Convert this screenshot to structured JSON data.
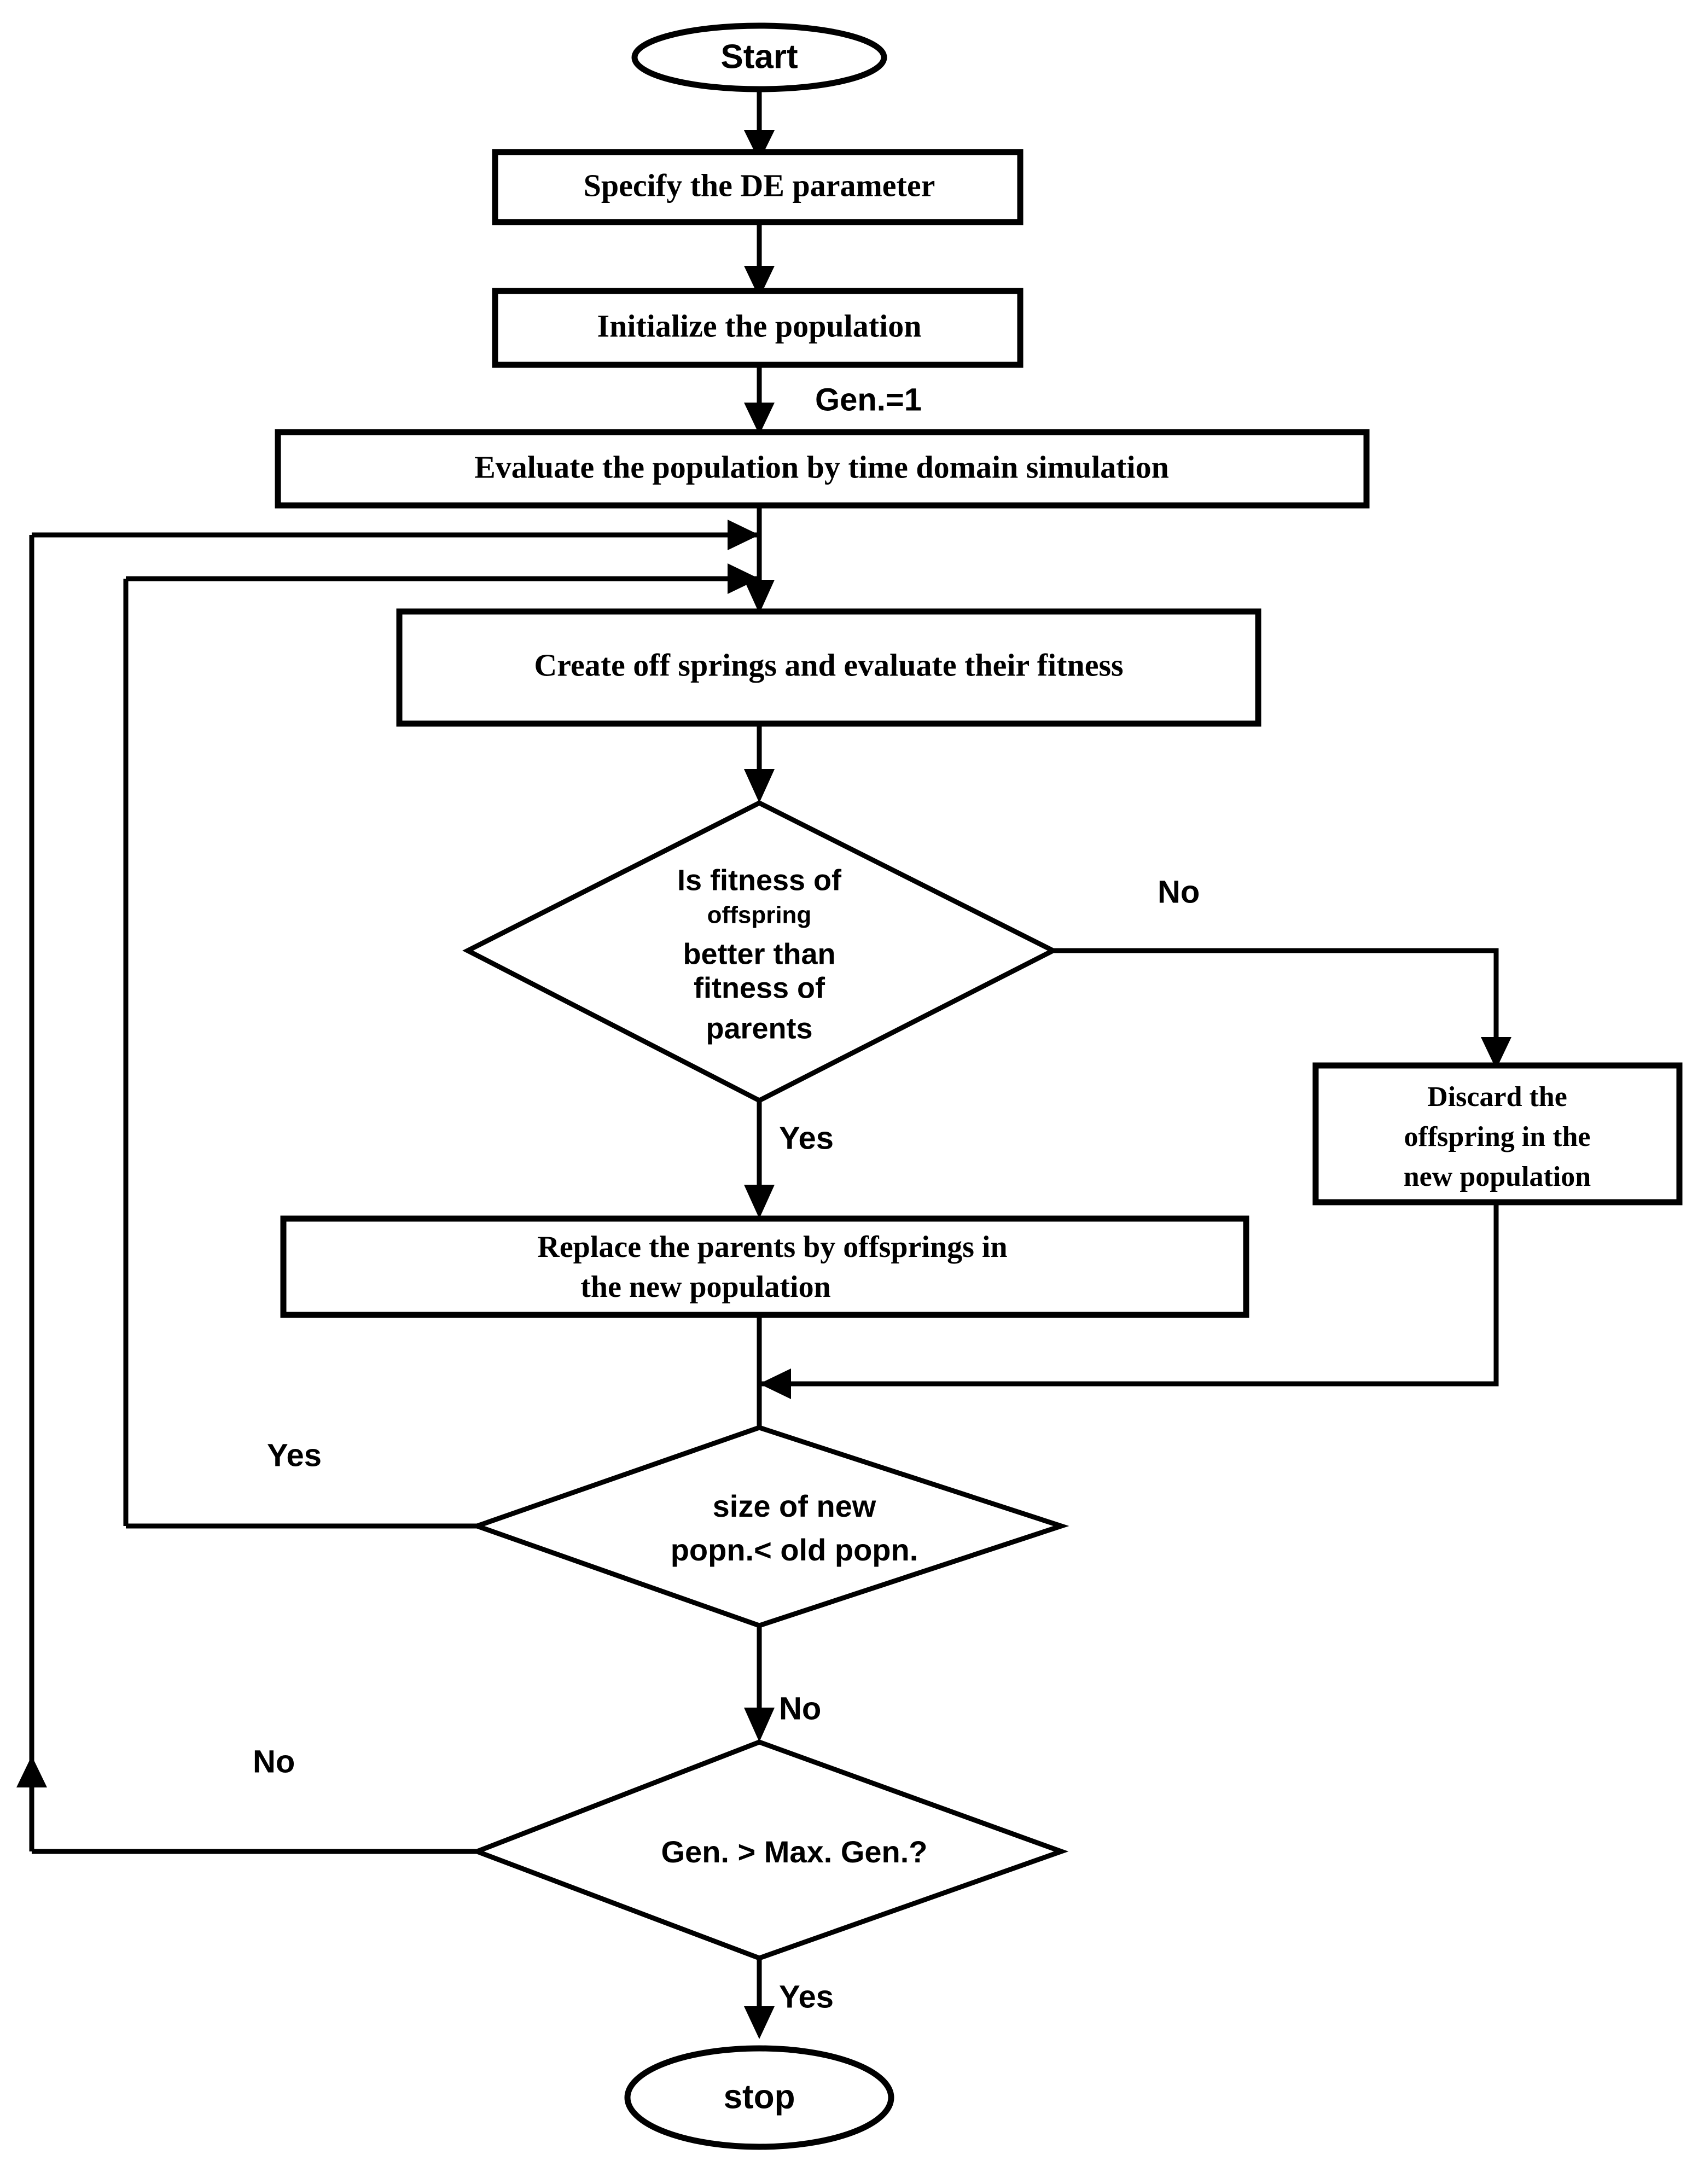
{
  "diagram": {
    "title": "Differential Evolution algorithm flowchart",
    "colors": {
      "stroke": "#000000",
      "fill": "#ffffff",
      "text": "#000000"
    },
    "nodes": {
      "start": {
        "label": "Start",
        "shape": "ellipse"
      },
      "specify_params": {
        "label": "Specify the DE parameter",
        "shape": "rect"
      },
      "initialize_population": {
        "label": "Initialize the population",
        "shape": "rect"
      },
      "evaluate_population": {
        "label": "Evaluate the population by time domain simulation",
        "shape": "rect"
      },
      "create_offsprings": {
        "label": "Create off springs and evaluate their fitness",
        "shape": "rect"
      },
      "fitness_decision": {
        "shape": "diamond",
        "line1": "Is fitness of",
        "line2": "offspring",
        "line3": "better than",
        "line4": "fitness of",
        "line5": "parents"
      },
      "discard_offspring": {
        "shape": "rect",
        "line1": "Discard the",
        "line2": "offspring in the",
        "line3": "new population"
      },
      "replace_parents": {
        "shape": "rect",
        "line1": "Replace the parents by offsprings in",
        "line2": "the new population"
      },
      "size_decision": {
        "shape": "diamond",
        "line1": "size of new",
        "line2": "popn.< old popn."
      },
      "gen_decision": {
        "shape": "diamond",
        "line1": "Gen. > Max. Gen.?"
      },
      "stop": {
        "label": "stop",
        "shape": "ellipse"
      }
    },
    "edge_labels": {
      "gen_init": "Gen.=1",
      "fitness_no": "No",
      "fitness_yes": "Yes",
      "size_yes": "Yes",
      "size_no": "No",
      "gen_no": "No",
      "gen_yes": "Yes"
    }
  }
}
